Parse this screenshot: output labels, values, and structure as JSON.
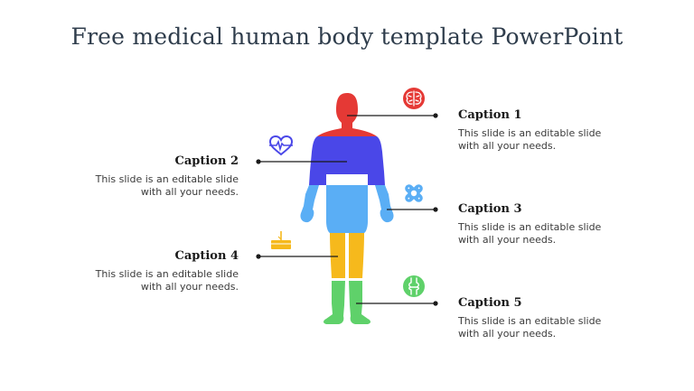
{
  "title": "Free medical human body template PowerPoint",
  "captions": [
    {
      "title": "Caption 1",
      "text": "This slide is an editable slide with all your needs.",
      "color": "#e53935",
      "icon": "brain-icon"
    },
    {
      "title": "Caption 2",
      "text": "This slide is an editable slide with all your needs.",
      "color": "#4a47e8",
      "icon": "heartbeat-icon"
    },
    {
      "title": "Caption 3",
      "text": "This slide is an editable slide with all your needs.",
      "color": "#5aaef5",
      "icon": "bandage-icon"
    },
    {
      "title": "Caption 4",
      "text": "This slide is an editable slide with all your needs.",
      "color": "#f6b91c",
      "icon": "skin-layer-icon"
    },
    {
      "title": "Caption 5",
      "text": "This slide is an editable slide with all your needs.",
      "color": "#5fd16a",
      "icon": "knee-joint-icon"
    }
  ],
  "colors": {
    "head": "#e53935",
    "torso": "#4a47e8",
    "arms": "#5aaef5",
    "thighs": "#f6b91c",
    "shins": "#5fd16a"
  }
}
